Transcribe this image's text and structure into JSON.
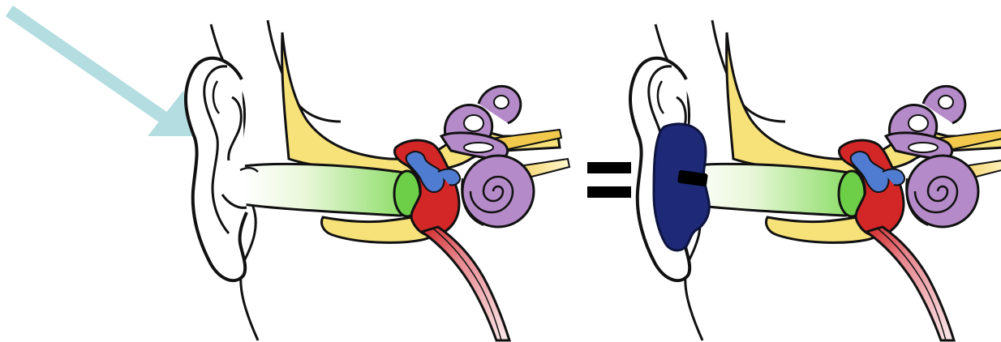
{
  "diagram": {
    "panels": [
      {
        "name": "ear-anatomy-without-plug",
        "parts": [
          "outer-ear",
          "bone",
          "ear-canal",
          "eardrum",
          "ossicles",
          "cochlea",
          "semicircular-canals",
          "auditory-nerve",
          "eustachian-tube"
        ]
      },
      {
        "name": "ear-anatomy-with-earplug",
        "parts": [
          "outer-ear",
          "earplug",
          "bone",
          "ear-canal",
          "eardrum",
          "ossicles",
          "cochlea",
          "semicircular-canals",
          "auditory-nerve",
          "eustachian-tube"
        ]
      }
    ],
    "operator_symbol": "=",
    "colors": {
      "arrow": "#b3dde0",
      "bone": "#f7e27a",
      "canal": "#7ed957",
      "eardrum": "#d32626",
      "ossicles": "#4f7bd1",
      "cochlea": "#b58ac8",
      "earplug": "#1e2a78",
      "nerve": "#f2c94c",
      "tube": "#e8a1a8",
      "outline": "#111111"
    },
    "icons": {
      "pointer": "arrow-icon",
      "equals": "equals-icon"
    }
  }
}
